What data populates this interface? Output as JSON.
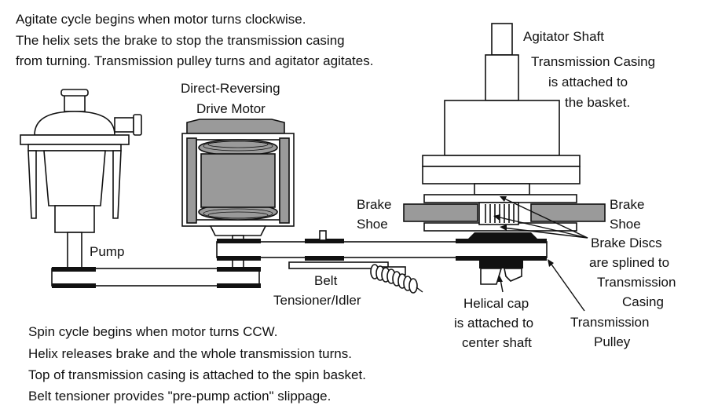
{
  "intro_text": {
    "line1": "Agitate cycle begins when motor turns clockwise.",
    "line2": "The helix sets the brake to stop the transmission casing",
    "line3": "from turning. Transmission pulley turns and agitator agitates."
  },
  "labels": {
    "agitator_shaft": "Agitator Shaft",
    "transmission_casing": [
      "Transmission Casing",
      "is attached to",
      "the basket."
    ],
    "drive_motor": [
      "Direct-Reversing",
      "Drive Motor"
    ],
    "pump": "Pump",
    "brake_shoe_left": [
      "Brake",
      "Shoe"
    ],
    "brake_shoe_right": [
      "Brake",
      "Shoe"
    ],
    "brake_discs": [
      "Brake Discs",
      "are splined to",
      "Transmission",
      "Casing"
    ],
    "belt_tensioner": [
      "Belt",
      "Tensioner/Idler"
    ],
    "helical_cap": [
      "Helical cap",
      "is attached to",
      "center shaft"
    ],
    "transmission_pulley": [
      "Transmission",
      "Pulley"
    ]
  },
  "outro_text": {
    "line1": "Spin cycle begins when motor turns CCW.",
    "line2": "Helix releases brake and the whole transmission turns.",
    "line3": "Top of transmission casing is attached to the spin basket.",
    "line4": "Belt tensioner provides \"pre-pump action\" slippage."
  }
}
